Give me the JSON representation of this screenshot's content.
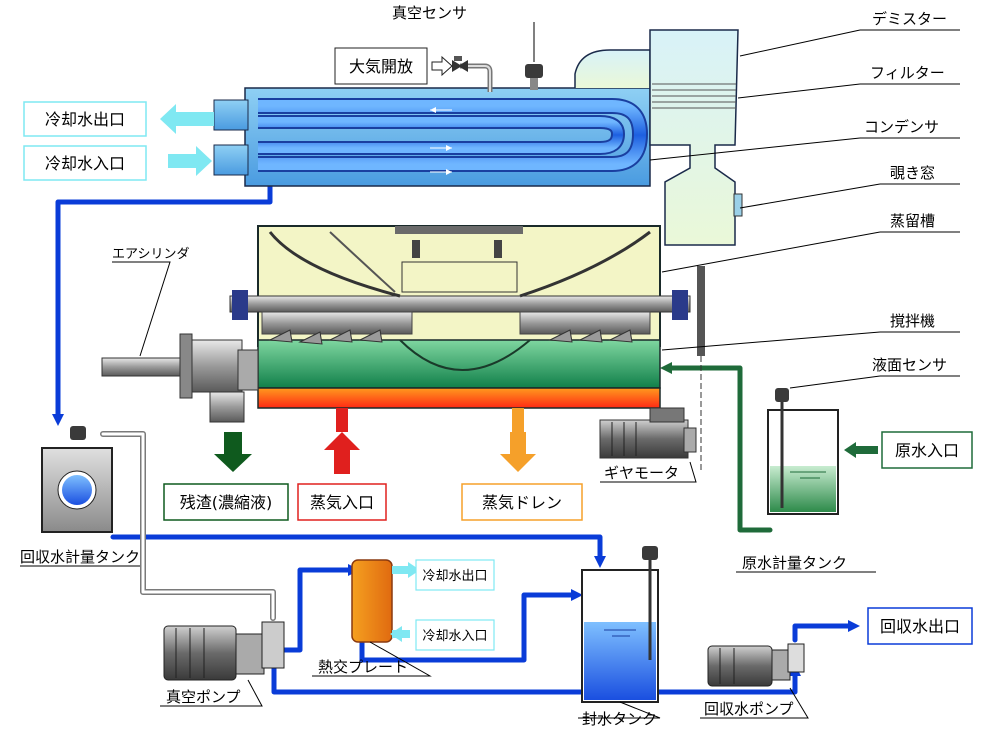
{
  "labels": {
    "atmosphere_open": "大気開放",
    "vacuum_sensor": "真空センサ",
    "demister": "デミスター",
    "filter": "フィルター",
    "condenser": "コンデンサ",
    "sight_glass": "覗き窓",
    "distillation_tank": "蒸留槽",
    "agitator": "撹拌機",
    "level_sensor": "液面センサ",
    "air_cylinder": "エアシリンダ",
    "cooling_water_out": "冷却水出口",
    "cooling_water_in": "冷却水入口",
    "residue": "残渣(濃縮液)",
    "steam_in": "蒸気入口",
    "steam_drain": "蒸気ドレン",
    "gear_motor": "ギヤモータ",
    "raw_water_in": "原水入口",
    "raw_water_tank": "原水計量タンク",
    "recovered_tank": "回収水計量タンク",
    "plate_cooling_out": "冷却水出口",
    "plate_cooling_in": "冷却水入口",
    "heat_exchanger": "熱交プレート",
    "vacuum_pump": "真空ポンプ",
    "seal_tank": "封水タンク",
    "recovered_pump": "回収水ポンプ",
    "recovered_out": "回収水出口"
  },
  "colors": {
    "condenser_blue": "#3d7fe0",
    "tank_yellow": "#f3f5c6",
    "liquid_green": "#2d9a62",
    "heater_orange": "#ff5a1e",
    "pipe_blue": "#0a3cd8",
    "pipe_green": "#1f6b3a",
    "arrow_cyan": "#7fe8f2",
    "residue_green": "#0f5a1e",
    "steam_red": "#e0201e",
    "drain_orange": "#f5a02a"
  }
}
